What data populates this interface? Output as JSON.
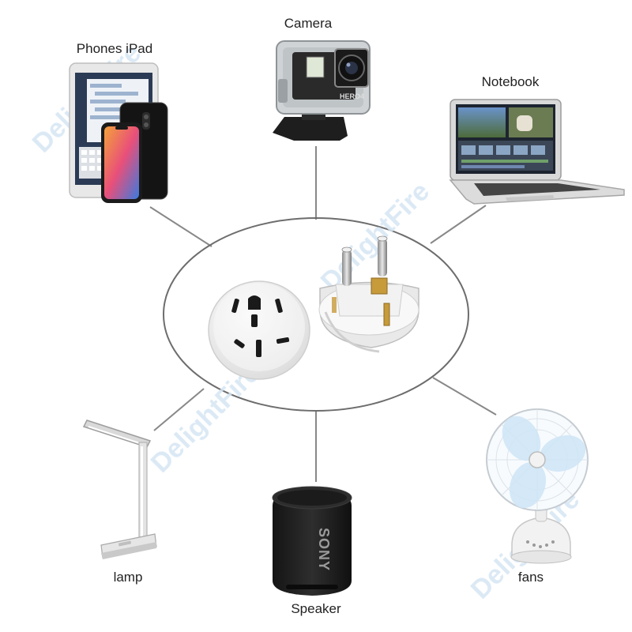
{
  "labels": {
    "phones": "Phones iPad",
    "camera": "Camera",
    "notebook": "Notebook",
    "lamp": "lamp",
    "speaker": "Speaker",
    "fans": "fans"
  },
  "device_text": {
    "camera_model": "HERO4",
    "speaker_brand": "SONY"
  },
  "watermark": "DelightFire",
  "colors": {
    "line": "#888888",
    "watermark": "#d5e6f4",
    "plug_white": "#f4f4f4",
    "pin_brass": "#c79a3a",
    "speaker_body": "#1f1f1f",
    "fan_blue": "#cfe6f6"
  }
}
